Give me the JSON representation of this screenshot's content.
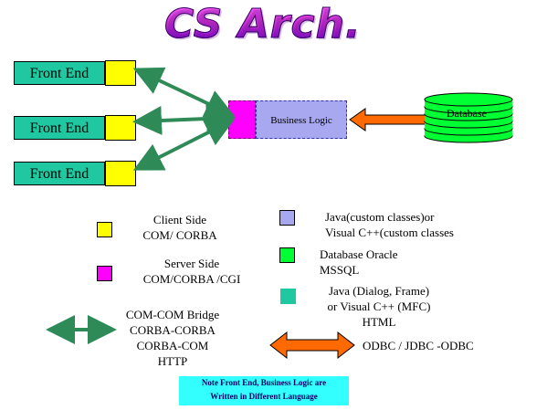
{
  "title": "CS Arch.",
  "frontends": [
    {
      "label": "Front End"
    },
    {
      "label": "Front End"
    },
    {
      "label": "Front End"
    }
  ],
  "business_logic": {
    "label": "Business Logic"
  },
  "database": {
    "label": "Database"
  },
  "legend": {
    "client": {
      "line1": "Client Side",
      "line2": "COM/ CORBA"
    },
    "server": {
      "line1": "Server Side",
      "line2": "COM/CORBA /CGI"
    },
    "bridge": {
      "line1": "COM-COM Bridge",
      "line2": "CORBA-CORBA",
      "line3": "CORBA-COM",
      "line4": "HTTP"
    },
    "java": {
      "line1": "Java(custom classes)or",
      "line2": "Visual C++(custom classes"
    },
    "db": {
      "line1": "Database Oracle",
      "line2": "MSSQL"
    },
    "ui": {
      "line1": "Java (Dialog, Frame)",
      "line2": "or Visual C++ (MFC)",
      "line3": "HTML"
    },
    "odbc": {
      "line1": "ODBC / JDBC -ODBC"
    }
  },
  "note": {
    "line1": "Note Front End, Business Logic are",
    "line2": "Written in Different Language"
  },
  "colors": {
    "frontend": "#1fc8a0",
    "client": "#ffff00",
    "server": "#ff00ff",
    "logic": "#a8a8f0",
    "database": "#00ff33",
    "arrow_green": "#2e8b57",
    "arrow_orange": "#ff6a00",
    "note_bg": "#33ffff"
  }
}
